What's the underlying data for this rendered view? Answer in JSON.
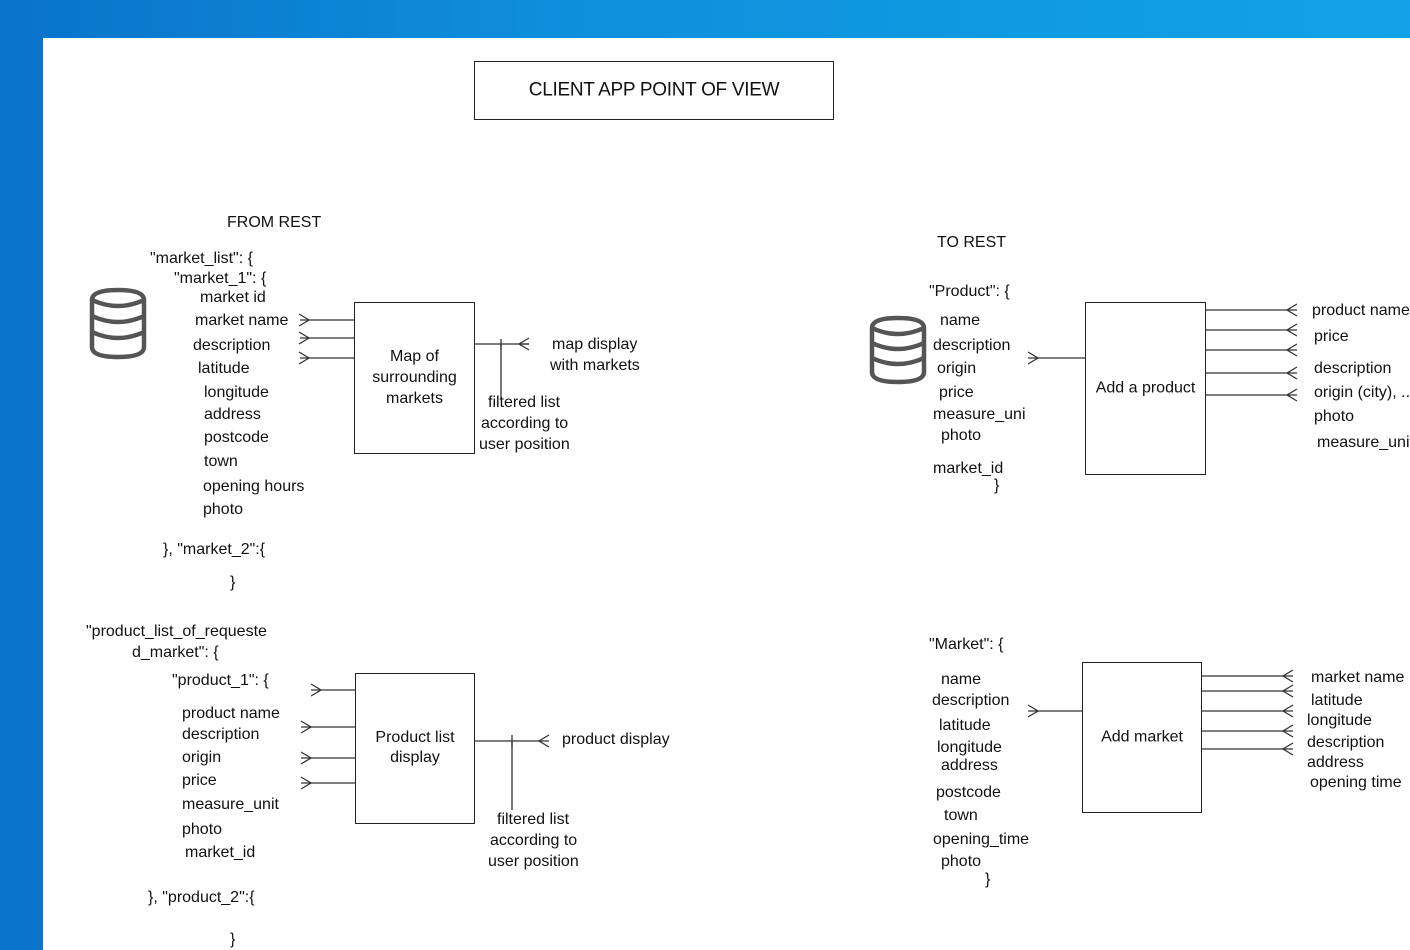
{
  "title": "CLIENT APP POINT OF VIEW",
  "from_rest": {
    "heading": "FROM REST",
    "market_json": [
      "\"market_list\": {",
      "\"market_1\": {",
      "market id",
      "market name",
      "description",
      "latitude",
      "longitude",
      "address",
      "postcode",
      "town",
      "opening hours",
      "photo",
      "}, \"market_2\":{",
      "}"
    ],
    "map_box": [
      "Map of",
      "surrounding",
      "markets"
    ],
    "map_output": [
      "map display",
      "with markets"
    ],
    "map_filter": [
      "filtered list",
      "according to",
      "user position"
    ],
    "product_json": [
      "\"product_list_of_requeste",
      "d_market\": {",
      "\"product_1\": {",
      "product name",
      "description",
      "origin",
      "price",
      "measure_unit",
      "photo",
      "market_id",
      "}, \"product_2\":{",
      "}"
    ],
    "product_box": [
      "Product list",
      "display"
    ],
    "product_output": "product display",
    "product_filter": [
      "filtered list",
      "according to",
      "user position"
    ]
  },
  "to_rest": {
    "heading": "TO REST",
    "product_json": [
      "\"Product\": {",
      "name",
      "description",
      "origin",
      "price",
      "measure_uni",
      "photo",
      "market_id",
      "}"
    ],
    "add_product_box": "Add a product",
    "product_inputs": [
      "product name",
      "price",
      "description",
      "origin (city), ...",
      "photo",
      "measure_unit"
    ],
    "market_json": [
      "\"Market\": {",
      "name",
      "description",
      "latitude",
      "longitude",
      "address",
      "postcode",
      "town",
      "opening_time",
      "photo",
      "}"
    ],
    "add_market_box": "Add market",
    "market_inputs": [
      "market name",
      "latitude",
      "longitude",
      "description",
      "address",
      "opening time"
    ]
  },
  "icons": [
    "database-icon",
    "database-icon"
  ],
  "colors": {
    "frame_blue": "#0e8fdc",
    "line": "#333333"
  }
}
